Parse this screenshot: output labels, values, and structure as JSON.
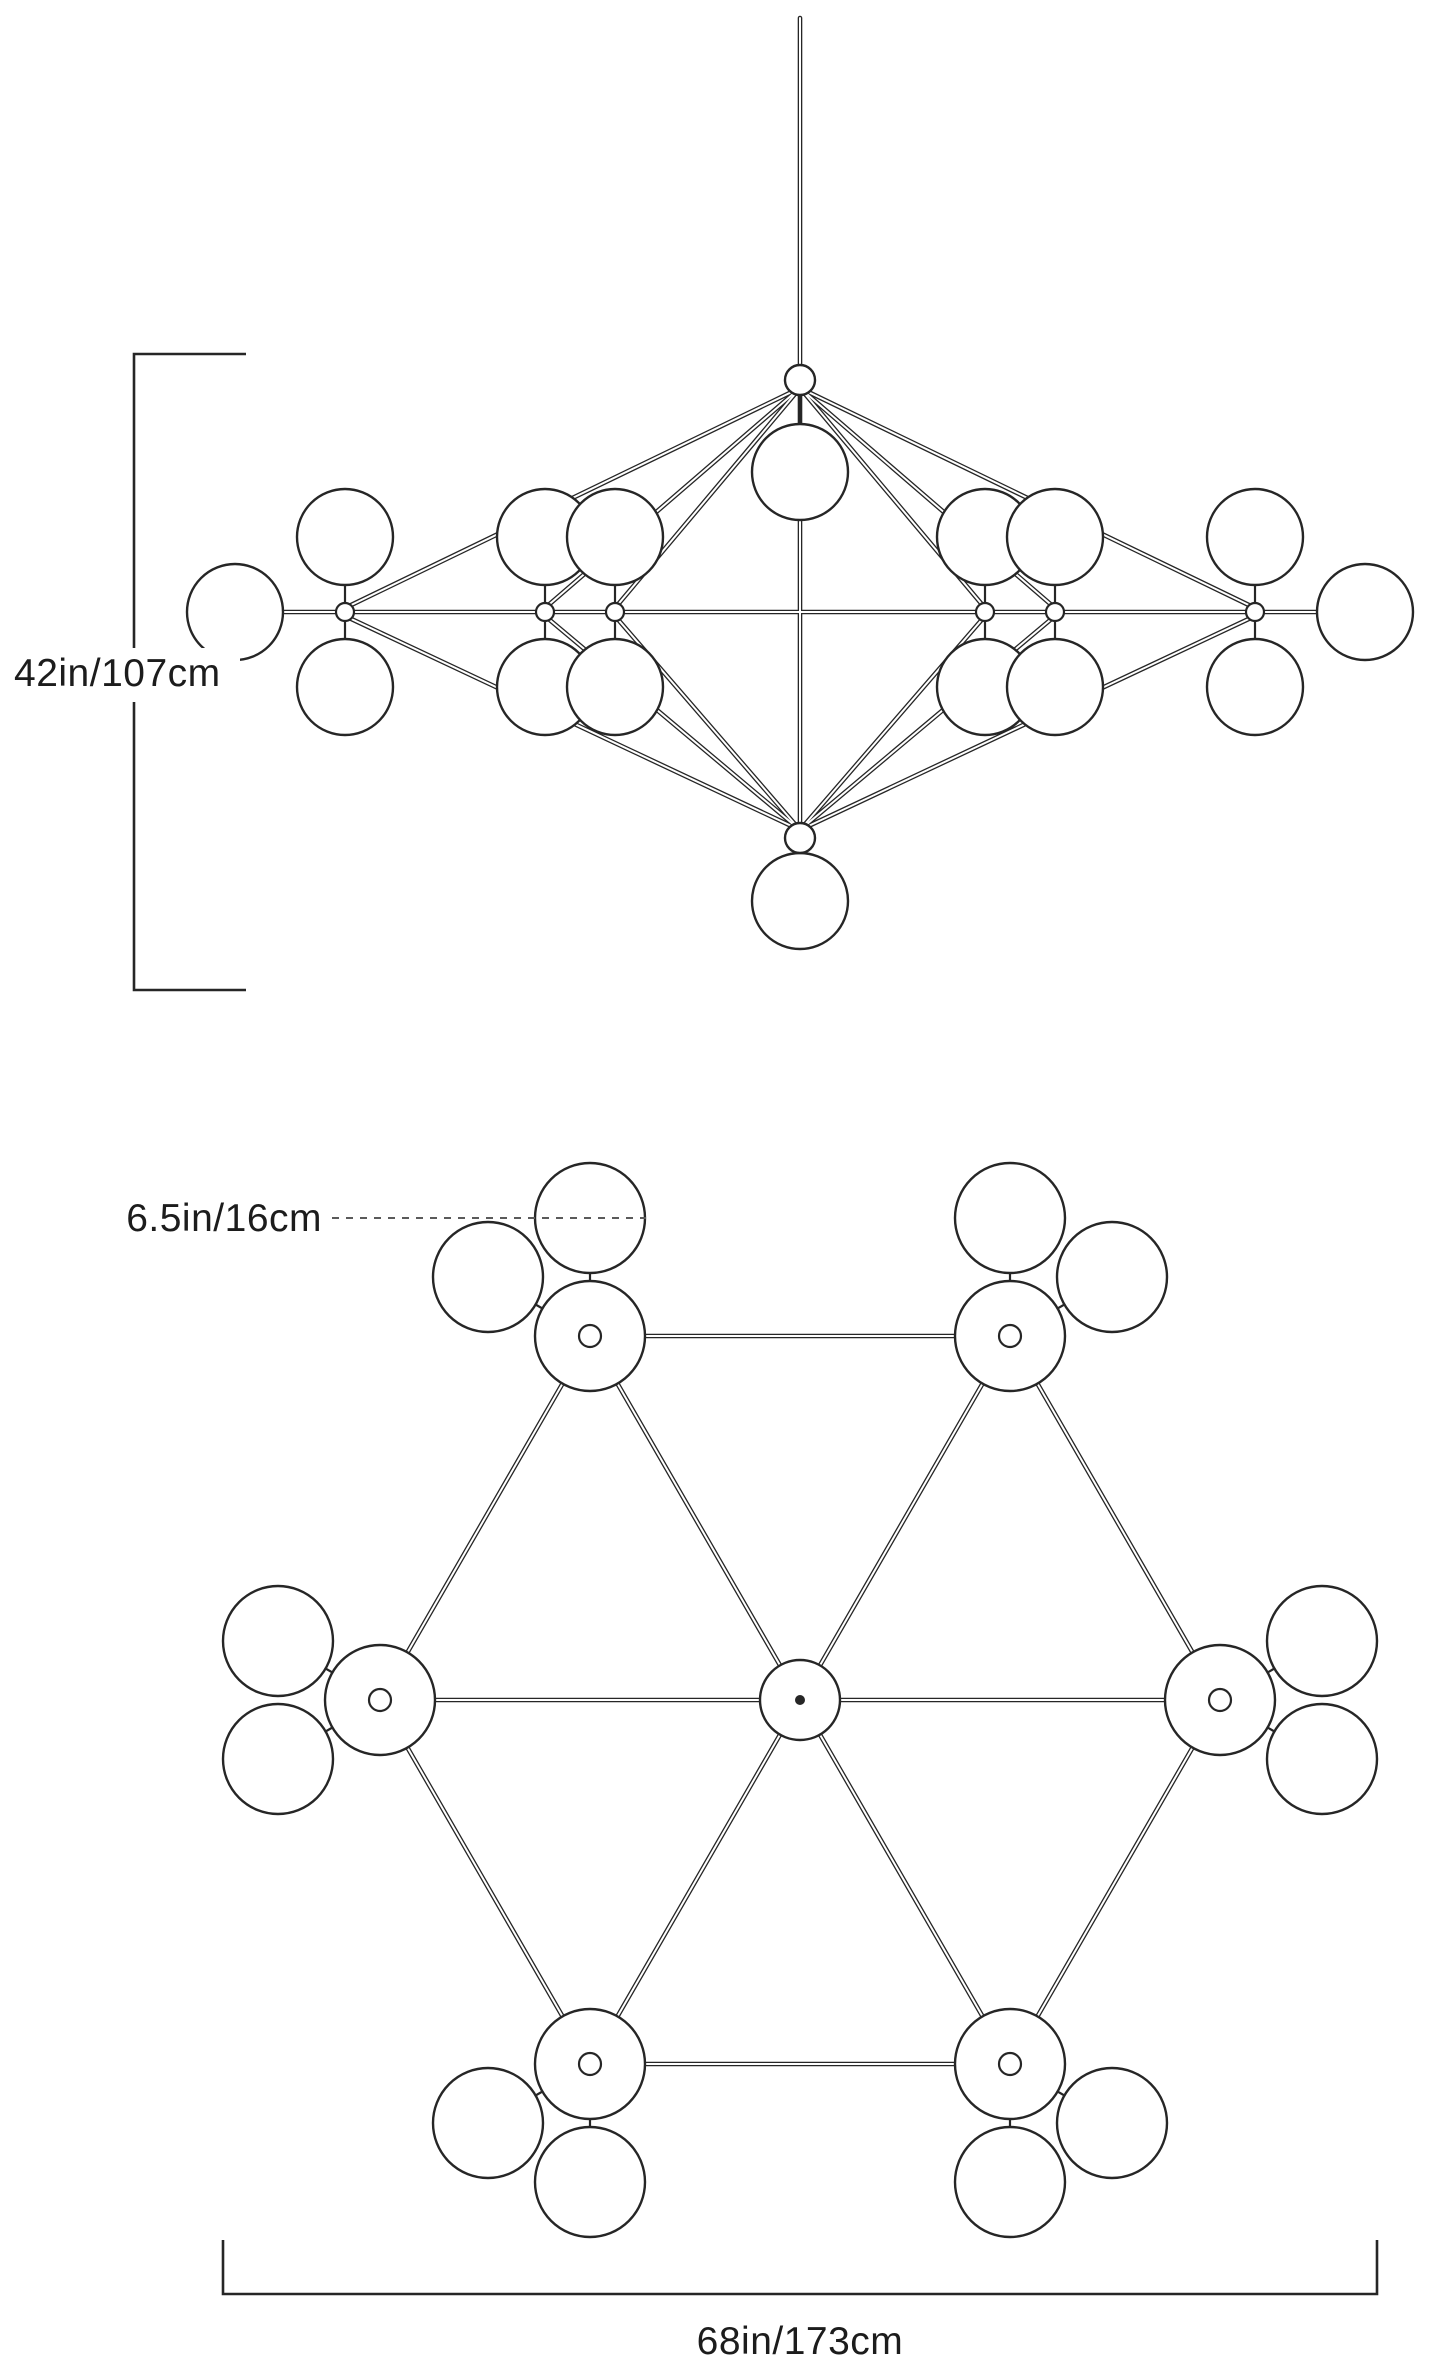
{
  "page": {
    "background": "#ffffff"
  },
  "colors": {
    "line": "#262626",
    "text": "#1c1c1c"
  },
  "dimensions": {
    "fixture_height": "42in/107cm",
    "globe_diameter": "6.5in/16cm",
    "fixture_width": "68in/173cm"
  }
}
